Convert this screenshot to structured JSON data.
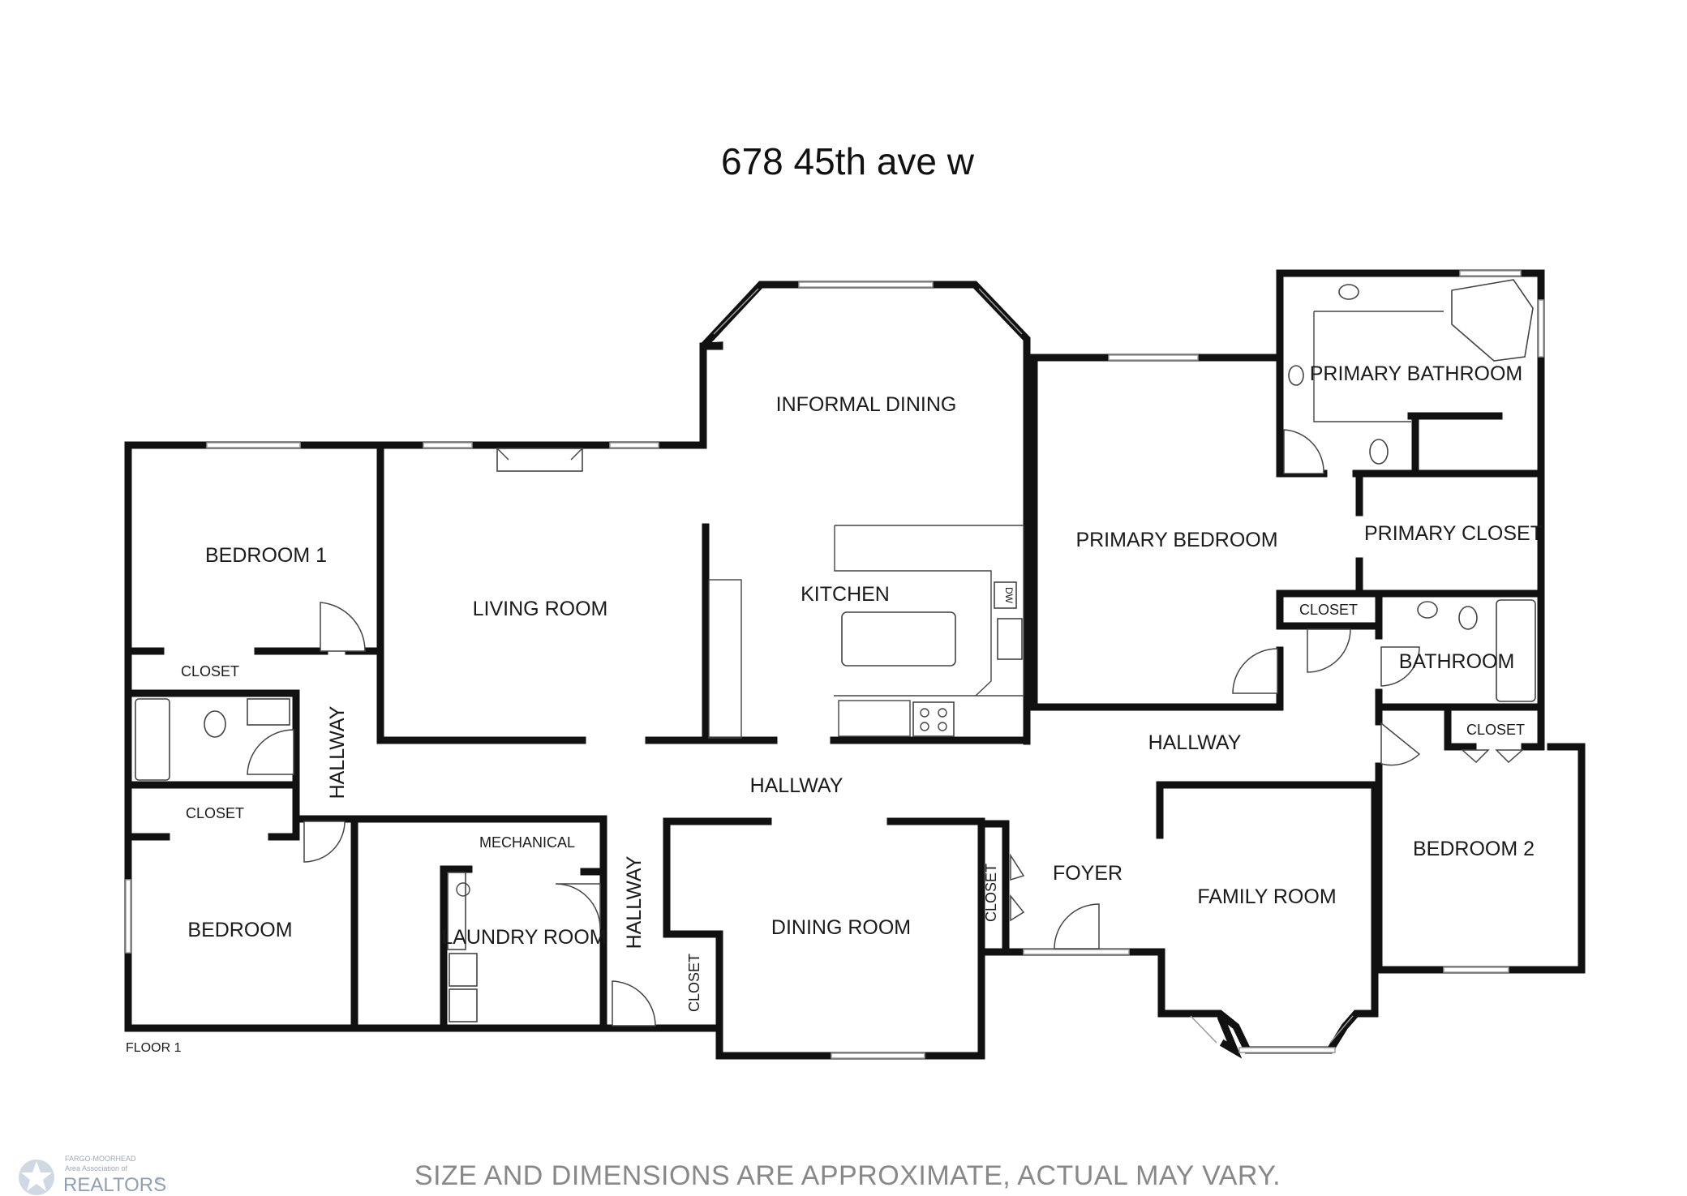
{
  "title": "678 45th ave w",
  "floor_label": "FLOOR 1",
  "disclaimer": "SIZE AND DIMENSIONS ARE APPROXIMATE, ACTUAL MAY VARY.",
  "logo": {
    "top_text": "FARGO-MOORHEAD",
    "middle_text": "Area Association of",
    "main_text": "REALTORS",
    "mark": "®"
  },
  "rooms": {
    "informal_dining": "INFORMAL DINING",
    "kitchen": "KITCHEN",
    "dishwasher": "DW",
    "living_room": "LIVING ROOM",
    "bedroom_1": "BEDROOM 1",
    "closet_bedroom_1": "CLOSET",
    "hallway_west": "HALLWAY",
    "closet_bedroom": "CLOSET",
    "bedroom": "BEDROOM",
    "mechanical": "MECHANICAL",
    "laundry_room": "LAUNDRY ROOM",
    "hallway_laundry": "HALLWAY",
    "closet_laundry": "CLOSET",
    "hallway_center": "HALLWAY",
    "dining_room": "DINING ROOM",
    "closet_foyer": "CLOSET",
    "foyer": "FOYER",
    "family_room": "FAMILY ROOM",
    "hallway_east": "HALLWAY",
    "primary_bedroom": "PRIMARY BEDROOM",
    "primary_bathroom": "PRIMARY BATHROOM",
    "primary_closet": "PRIMARY CLOSET",
    "closet_primary_hall": "CLOSET",
    "bathroom": "BATHROOM",
    "closet_bedroom_2": "CLOSET",
    "bedroom_2": "BEDROOM 2"
  }
}
